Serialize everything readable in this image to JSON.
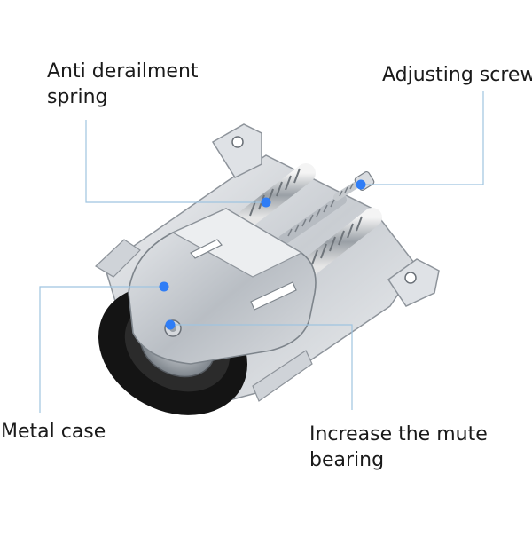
{
  "labels": {
    "anti_derailment": {
      "line1": "Anti derailment",
      "line2": "spring"
    },
    "adjusting_screw": {
      "line1": "Adjusting screw"
    },
    "metal_case": {
      "line1": "Metal case"
    },
    "mute_bearing": {
      "line1": "Increase the mute",
      "line2": "bearing"
    }
  },
  "colors": {
    "leader_line": "#9fc4e0",
    "marker_dot": "#2f7df6",
    "metal_light": "#e3e5e8",
    "metal_mid": "#c4c8cd",
    "metal_dark": "#8e949b",
    "rubber_wheel": "#111111"
  }
}
